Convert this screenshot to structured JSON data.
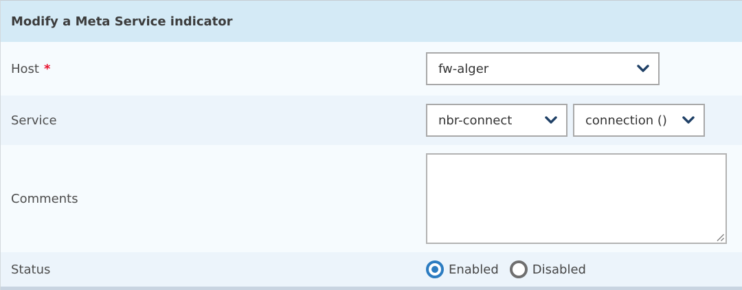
{
  "form": {
    "title": "Modify a Meta Service indicator",
    "fields": {
      "host": {
        "label": "Host",
        "required": true,
        "required_marker": "*",
        "value": "fw-alger"
      },
      "service": {
        "label": "Service",
        "service_value": "nbr-connect",
        "metric_value": "connection ()"
      },
      "comments": {
        "label": "Comments",
        "value": ""
      },
      "status": {
        "label": "Status",
        "selected": "Enabled",
        "options": [
          {
            "label": "Enabled",
            "selected": true
          },
          {
            "label": "Disabled",
            "selected": false
          }
        ]
      }
    }
  },
  "icons": {
    "dropdown": "chevron-down-icon",
    "textarea_corner": "resize-handle-icon"
  },
  "colors": {
    "header_bg": "#d4eaf6",
    "row_light": "#f6fbfe",
    "row_blue": "#ecf4fb",
    "accent_blue": "#2c7cc1",
    "chevron_navy": "#1f4066",
    "required_red": "#e8112d",
    "bottom_border": "#c8d4e1"
  }
}
